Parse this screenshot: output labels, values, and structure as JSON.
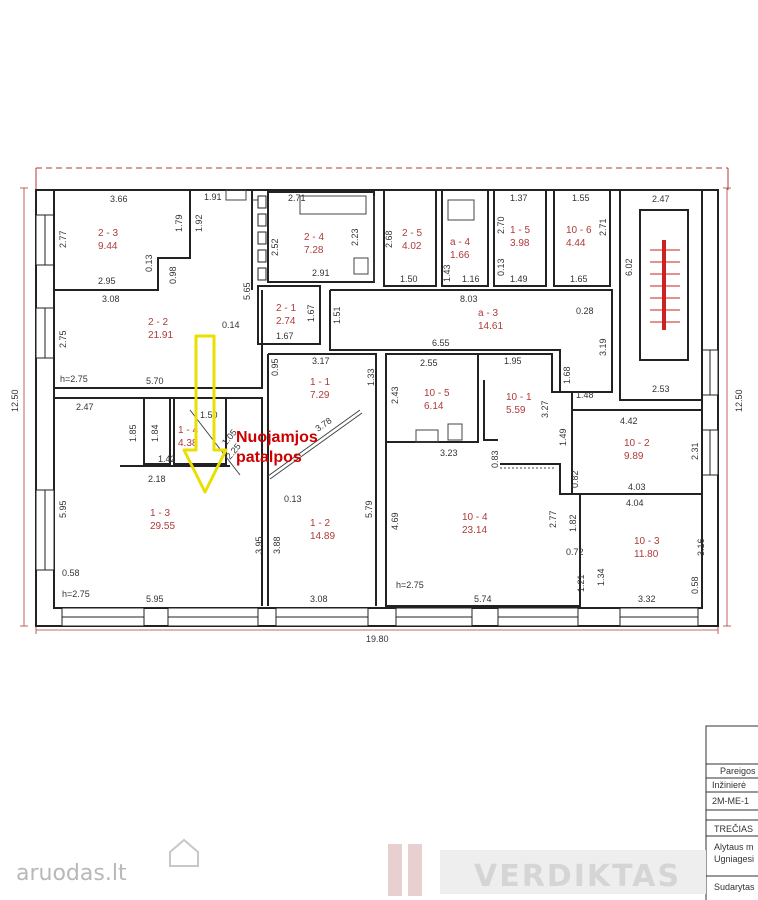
{
  "colors": {
    "walls": "#222222",
    "dimension_lines": "#b03a3a",
    "labels": "#b03a3a",
    "stair_bar": "#cc2222",
    "arrow": "#e8e000",
    "note": "#cc0000"
  },
  "rooms": [
    {
      "id": "2 - 3",
      "area": "9.44"
    },
    {
      "id": "2 - 2",
      "area": "21.91"
    },
    {
      "id": "2 - 4",
      "area": "7.28"
    },
    {
      "id": "2 - 1",
      "area": "2.74"
    },
    {
      "id": "2 - 5",
      "area": "4.02"
    },
    {
      "id": "a - 4",
      "area": "1.66"
    },
    {
      "id": "1 - 5",
      "area": "3.98"
    },
    {
      "id": "10 - 6",
      "area": "4.44"
    },
    {
      "id": "a - 3",
      "area": "14.61"
    },
    {
      "id": "1 - 1",
      "area": "7.29"
    },
    {
      "id": "10 - 5",
      "area": "6.14"
    },
    {
      "id": "10 - 1",
      "area": "5.59"
    },
    {
      "id": "10 - 2",
      "area": "9.89"
    },
    {
      "id": "1 - 4",
      "area": "4.38"
    },
    {
      "id": "1 - 3",
      "area": "29.55"
    },
    {
      "id": "1 - 2",
      "area": "14.89"
    },
    {
      "id": "10 - 4",
      "area": "23.14"
    },
    {
      "id": "10 - 3",
      "area": "11.80"
    }
  ],
  "dimensions": {
    "r23_top": "3.66",
    "r23_left": "2.77",
    "r23_bottom": "2.95",
    "r23_side": "0.13",
    "r23_right": "1.79",
    "corridor_top": "1.91",
    "corridor_side": "1.92",
    "corridor_pillar": "0.98",
    "r22_top": "3.08",
    "r22_left": "2.75",
    "r22_bottom": "5.70",
    "r22_right": "5.65",
    "r22_small": "0.14",
    "r22_height": "h=2.75",
    "r24_top": "2.71",
    "r24_left": "2.52",
    "r24_right": "2.23",
    "r24_bottom": "2.91",
    "r21_right": "1.67",
    "r21_bottom": "1.67",
    "a3_left": "1.51",
    "r25_left": "2.68",
    "r25_bottom": "1.50",
    "a4_left": "1.43",
    "a4_bottom": "1.16",
    "r15_top": "1.37",
    "r15_left": "2.70",
    "r15_small": "0.13",
    "r15_bottom": "1.49",
    "r106_top": "1.55",
    "r106_right": "2.71",
    "r106_bottom": "1.65",
    "a3_top": "8.03",
    "a3_bottom": "6.55",
    "a3_small": "0.28",
    "a3_right": "3.19",
    "a3_step": "1.48",
    "stair_top": "2.47",
    "stair_side": "6.02",
    "stair_bottom": "2.53",
    "overall_height_left": "12.50",
    "overall_height_right": "12.50",
    "overall_width": "19.80",
    "r11_top": "3.17",
    "r11_left": "0.95",
    "r11_right": "1.33",
    "r105_top": "2.55",
    "r105_left": "2.43",
    "r105_bottom": "3.23",
    "r101_top": "1.95",
    "r101_right": "3.27",
    "r101_side": "1.68",
    "r101_bottom": "0.83",
    "r102_top": "4.42",
    "r102_left": "1.49",
    "r102_right": "2.31",
    "r102_small": "0.82",
    "r102_bottom": "4.03",
    "r13_top": "2.47",
    "r13_left_a": "1.85",
    "r13_left_b": "1.84",
    "r13_small": "1.42",
    "r13_mid": "2.18",
    "r14_a": "1.05",
    "r14_b": "2.25",
    "r14_c": "1.50",
    "r13_left": "5.95",
    "r13_small_b": "0.58",
    "r13_height": "h=2.75",
    "r13_bottom": "5.95",
    "r12_top": "0.13",
    "r12_left_a": "3.95",
    "r12_left_b": "3.88",
    "r12_right": "5.79",
    "r12_bottom": "3.08",
    "r12_diag": "3.78",
    "r104_left": "4.69",
    "r104_right": "2.77",
    "r104_height": "h=2.75",
    "r104_bottom": "5.74",
    "r103_top": "4.04",
    "r103_left_a": "1.82",
    "r103_left_b": "0.72",
    "r103_left_c": "1.34",
    "r103_side": "1.21",
    "r103_right": "3.16",
    "r103_small": "0.58",
    "r103_bottom": "3.32"
  },
  "annotation": {
    "note_line1": "Nuojamjos",
    "note_line2": "patalpos"
  },
  "title_block": {
    "row1": "Pareigos",
    "row2": "Inžinierė",
    "row3": "2M-ME-1",
    "row4": "TREČIAS",
    "row5": "Alytaus m",
    "row6": "Ugniagesi",
    "row7": "Sudarytas"
  },
  "watermarks": {
    "left": "aruodas.lt",
    "right": "VERDIKTAS"
  }
}
